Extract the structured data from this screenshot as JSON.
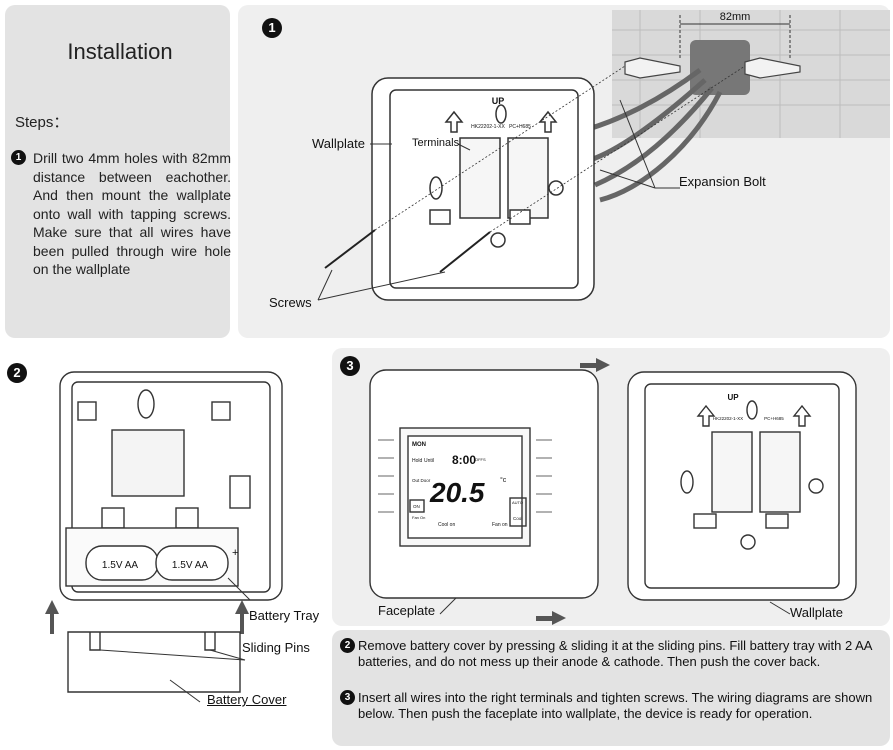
{
  "panel_title": "Installation",
  "steps_heading": "Steps：",
  "step1": {
    "number": "1",
    "text": "Drill two 4mm holes with 82mm distance between eachother. And then mount the wallplate onto wall with tapping screws. Make sure that all wires have been pulled through wire hole on the wallplate"
  },
  "diagram1": {
    "number": "1",
    "labels": {
      "wallplate": "Wallplate",
      "terminals": "Terminals",
      "expansion_bolt": "Expansion Bolt",
      "screws": "Screws",
      "distance": "82mm",
      "up": "UP",
      "model": "HK22202-1-XX",
      "cert": "PC+H685"
    }
  },
  "diagram2": {
    "number": "2",
    "battery_1": "1.5V AA",
    "battery_2": "1.5V AA",
    "plus": "+",
    "labels": {
      "battery_tray": "Battery Tray",
      "sliding_pins": "Sliding Pins",
      "battery_cover": "Battery Cover"
    }
  },
  "diagram3": {
    "number": "3",
    "display": {
      "day": "MON",
      "hold": "Hold",
      "until": "Until",
      "time": "8:00",
      "time_suffix": "OFFS",
      "out_door": "Out Door",
      "temperature": "20.5",
      "unit": "°c",
      "on_label": "ON",
      "fan_on": "Fan On",
      "auto": "AUTO",
      "cool_on": "Cool on",
      "fan_on_right": "Fan on",
      "cool": "Cool"
    },
    "wallplate_up": "UP",
    "wallplate_model": "HK22202-1-XX",
    "wallplate_cert": "PC+H685",
    "labels": {
      "faceplate": "Faceplate",
      "wallplate": "Wallplate"
    }
  },
  "notes": [
    {
      "number": "2",
      "text": "Remove battery cover by pressing & sliding it at the sliding pins. Fill battery tray with 2 AA batteries, and do not mess up their anode & cathode. Then push the cover back."
    },
    {
      "number": "3",
      "text": "Insert all wires into the right terminals and tighten screws. The wiring diagrams are shown below. Then push the faceplate into wallplate, the device is ready for operation."
    }
  ]
}
